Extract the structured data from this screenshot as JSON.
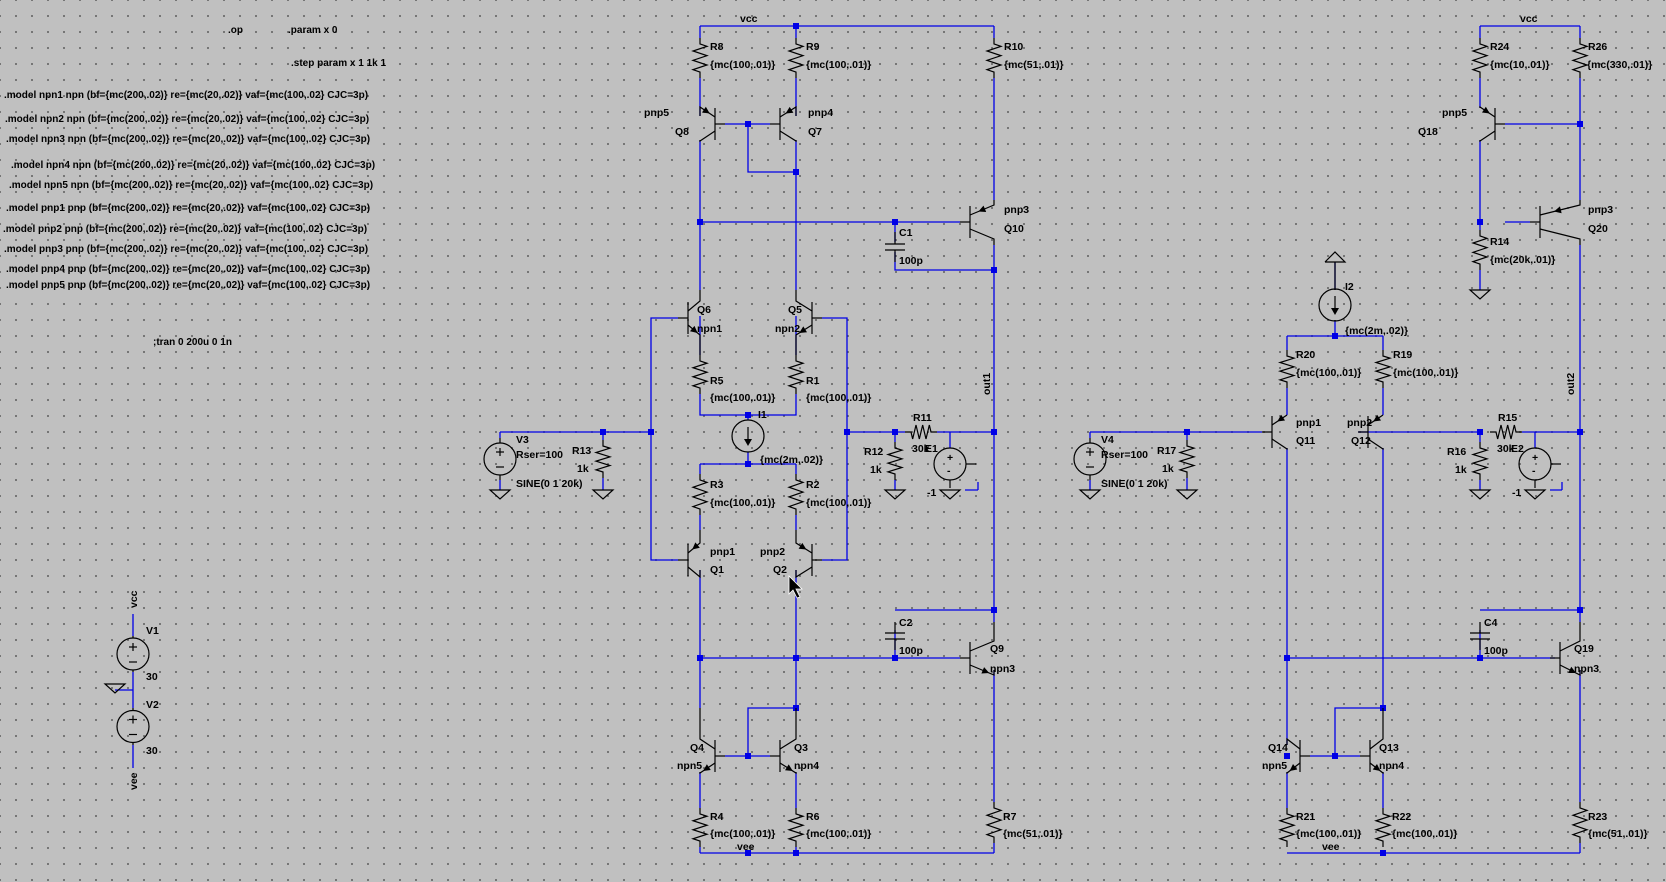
{
  "app": {
    "view": "schematic-editor",
    "cursor": "arrow-pointer-icon"
  },
  "directives": {
    "op": ".op",
    "param": ".param x 0",
    "step": ".step param x 1 1k 1",
    "tran": ";tran 0 200u 0 1n",
    "models": [
      ".model npn1 npn (bf={mc(200,.02)} re={mc(20,.02)} vaf={mc(100,.02} CJC=3p)",
      ".model npn2 npn (bf={mc(200,.02)} re={mc(20,.02)} vaf={mc(100,.02} CJC=3p)",
      ".model npn3 npn (bf={mc(200,.02)} re={mc(20,.02)} vaf={mc(100,.02} CJC=3p)",
      ".model npn4 npn (bf={mc(200,.02)} re={mc(20,.02)} vaf={mc(100,.02} CJC=3p)",
      ".model npn5 npn (bf={mc(200,.02)} re={mc(20,.02)} vaf={mc(100,.02} CJC=3p)",
      ".model pnp1 pnp (bf={mc(200,.02)} re={mc(20,.02)} vaf={mc(100,.02} CJC=3p)",
      ".model pnp2 pnp (bf={mc(200,.02)} re={mc(20,.02)} vaf={mc(100,.02} CJC=3p)",
      ".model pnp3 pnp (bf={mc(200,.02)} re={mc(20,.02)} vaf={mc(100,.02} CJC=3p)",
      ".model pnp4 pnp (bf={mc(200,.02)} re={mc(20,.02)} vaf={mc(100,.02} CJC=3p)",
      ".model pnp5 pnp (bf={mc(200,.02)} re={mc(20,.02)} vaf={mc(100,.02} CJC=3p)"
    ]
  },
  "nets": {
    "vcc": "vcc",
    "vee": "vee",
    "out1": "out1",
    "out2": "out2"
  },
  "supply": {
    "V1": {
      "name": "V1",
      "value": "30"
    },
    "V2": {
      "name": "V2",
      "value": "30"
    }
  },
  "amp1": {
    "R8": {
      "name": "R8",
      "value": "{mc(100,.01)}"
    },
    "R9": {
      "name": "R9",
      "value": "{mc(100,.01)}"
    },
    "R10": {
      "name": "R10",
      "value": "{mc(51,.01)}"
    },
    "Q8": {
      "name": "Q8",
      "model": "pnp5"
    },
    "Q7": {
      "name": "Q7",
      "model": "pnp4"
    },
    "Q10": {
      "name": "Q10",
      "model": "pnp3"
    },
    "C1": {
      "name": "C1",
      "value": "100p"
    },
    "Q6": {
      "name": "Q6",
      "model": "npn1"
    },
    "Q5": {
      "name": "Q5",
      "model": "npn2"
    },
    "R5": {
      "name": "R5",
      "value": "{mc(100,.01)}"
    },
    "R1": {
      "name": "R1",
      "value": "{mc(100,.01)}"
    },
    "I1": {
      "name": "I1",
      "value": "{mc(2m,.02)}"
    },
    "R3": {
      "name": "R3",
      "value": "{mc(100,.01)}"
    },
    "R2": {
      "name": "R2",
      "value": "{mc(100,.01)}"
    },
    "Q1": {
      "name": "Q1",
      "model": "pnp1"
    },
    "Q2": {
      "name": "Q2",
      "model": "pnp2"
    },
    "V3": {
      "name": "V3",
      "rser": "Rser=100",
      "value": "SINE(0 1 20k)"
    },
    "R13": {
      "name": "R13",
      "value": "1k"
    },
    "R11": {
      "name": "R11",
      "value": "30k"
    },
    "R12": {
      "name": "R12",
      "value": "1k"
    },
    "E1": {
      "name": "E1",
      "gain": "-1"
    },
    "C2": {
      "name": "C2",
      "value": "100p"
    },
    "Q9": {
      "name": "Q9",
      "model": "npn3"
    },
    "Q4": {
      "name": "Q4",
      "model": "npn5"
    },
    "Q3": {
      "name": "Q3",
      "model": "npn4"
    },
    "R4": {
      "name": "R4",
      "value": "{mc(100,.01)}"
    },
    "R6": {
      "name": "R6",
      "value": "{mc(100,.01)}"
    },
    "R7": {
      "name": "R7",
      "value": "{mc(51,.01)}"
    }
  },
  "amp2": {
    "R24": {
      "name": "R24",
      "value": "{mc(10,.01)}"
    },
    "R26": {
      "name": "R26",
      "value": "{mc(330,.01)}"
    },
    "Q18": {
      "name": "Q18",
      "model": "pnp5"
    },
    "Q20": {
      "name": "Q20",
      "model": "pnp3"
    },
    "R14": {
      "name": "R14",
      "value": "{mc(20k,.01)}"
    },
    "I2": {
      "name": "I2",
      "value": "{mc(2m,.02)}"
    },
    "R20": {
      "name": "R20",
      "value": "{mc(100,.01)}"
    },
    "R19": {
      "name": "R19",
      "value": "{mc(100,.01)}"
    },
    "Q11": {
      "name": "Q11",
      "model": "pnp1"
    },
    "Q12": {
      "name": "Q12",
      "model": "pnp2"
    },
    "V4": {
      "name": "V4",
      "rser": "Rser=100",
      "value": "SINE(0 1 20k)"
    },
    "R17": {
      "name": "R17",
      "value": "1k"
    },
    "R15": {
      "name": "R15",
      "value": "30k"
    },
    "R16": {
      "name": "R16",
      "value": "1k"
    },
    "E2": {
      "name": "E2",
      "gain": "-1"
    },
    "C4": {
      "name": "C4",
      "value": "100p"
    },
    "Q19": {
      "name": "Q19",
      "model": "npn3"
    },
    "Q14": {
      "name": "Q14",
      "model": "npn5"
    },
    "Q13": {
      "name": "Q13",
      "model": "npn4"
    },
    "R21": {
      "name": "R21",
      "value": "{mc(100,.01)}"
    },
    "R22": {
      "name": "R22",
      "value": "{mc(100,.01)}"
    },
    "R23": {
      "name": "R23",
      "value": "{mc(51,.01)}"
    }
  }
}
